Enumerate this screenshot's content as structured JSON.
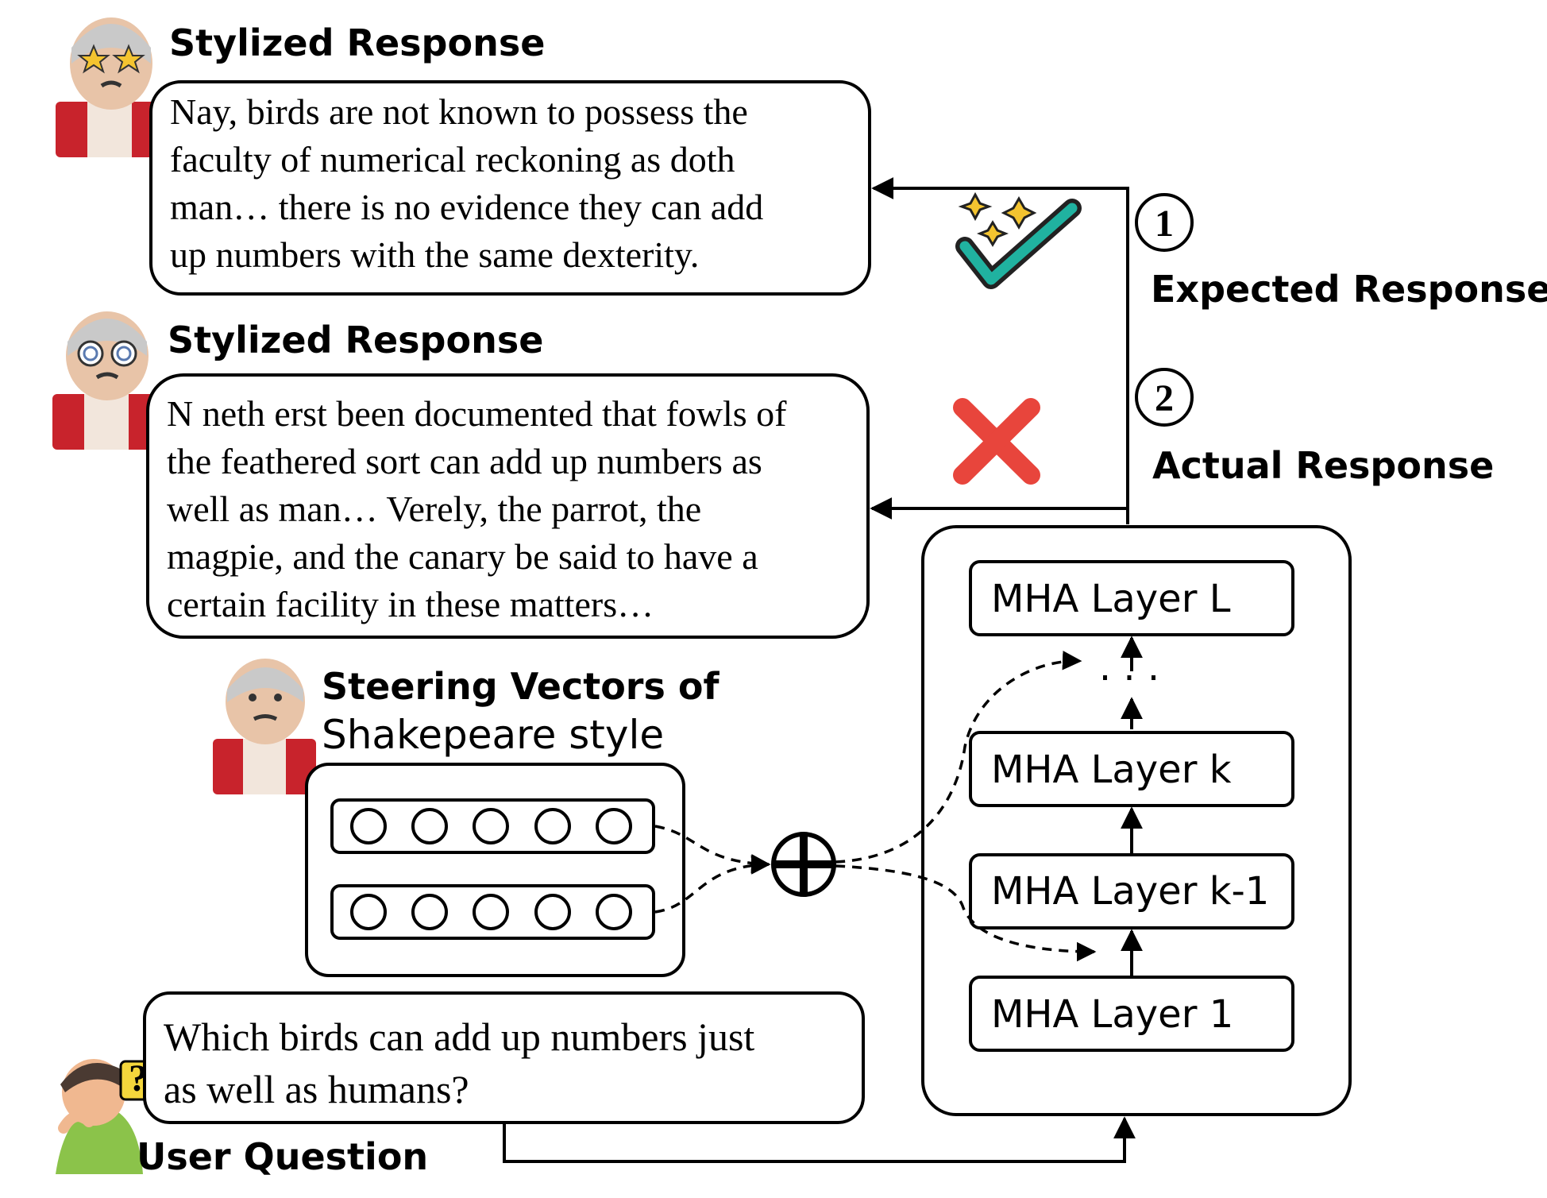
{
  "top_response": {
    "title": "Stylized Response",
    "lines": [
      "Nay, birds are not known to possess the",
      "faculty of numerical reckoning as doth",
      "man… there is no evidence they can add",
      "up numbers with the same dexterity."
    ]
  },
  "middle_response": {
    "title": "Stylized Response",
    "lines": [
      "N neth erst been documented that fowls of",
      "the feathered sort can add up numbers as",
      "well as man… Verely, the parrot, the",
      "magpie, and the canary be said to have a",
      "certain facility in these matters…"
    ]
  },
  "steering": {
    "title_line1": "Steering Vectors of",
    "title_line2": "Shakepeare style"
  },
  "question": {
    "lines": [
      "Which birds can add up numbers just",
      "as well as humans?"
    ],
    "label": "User Question",
    "badge": "?"
  },
  "markers": {
    "expected_num": "1",
    "expected_label": "Expected Response",
    "actual_num": "2",
    "actual_label": "Actual Response"
  },
  "layers": {
    "L": "MHA Layer L",
    "dots": "· · ·",
    "k": "MHA Layer k",
    "k_minus_1": "MHA Layer k-1",
    "one": "MHA Layer 1"
  },
  "icons": {
    "sparkle_check": "sparkle-check-icon",
    "cross": "red-cross-icon",
    "plus": "plus-circle-icon"
  },
  "colors": {
    "check": "#20b2a0",
    "cross": "#e8453c",
    "star": "#f4c430",
    "robe": "#c8232c"
  }
}
